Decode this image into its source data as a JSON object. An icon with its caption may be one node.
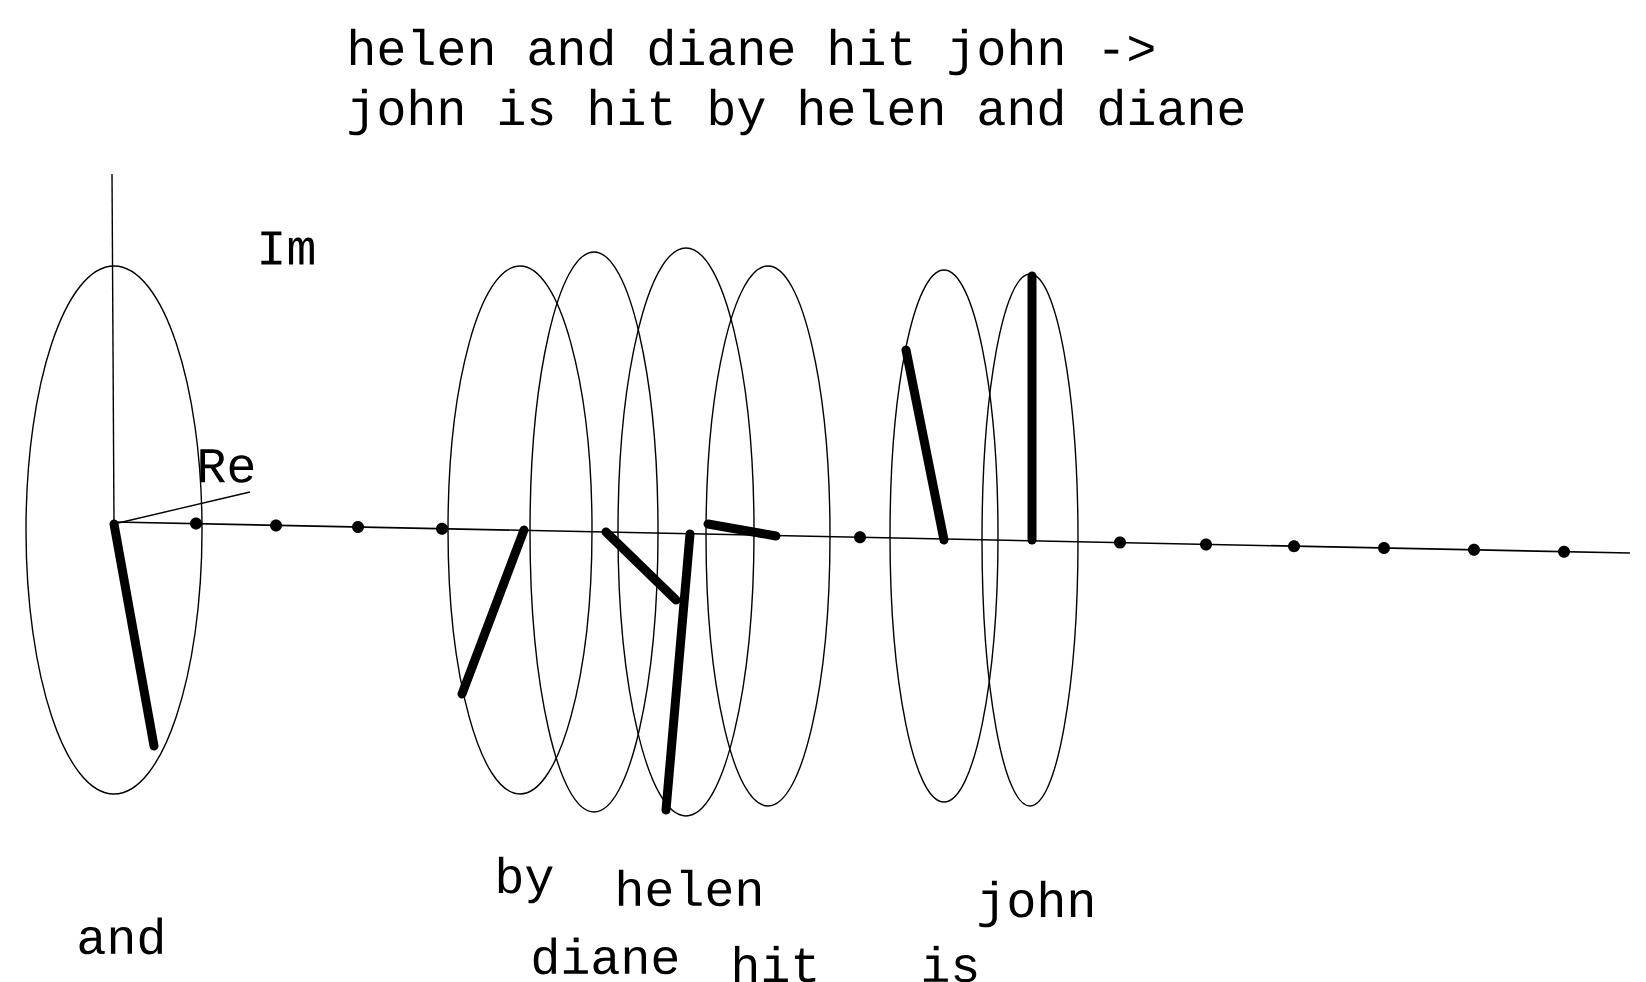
{
  "diagram": {
    "labels": [
      "helen and diane hit john ->",
      "john is hit by helen and diane",
      "Im",
      "Re",
      "by",
      "helen",
      "john",
      "and",
      "diane",
      "hit",
      "is"
    ]
  }
}
